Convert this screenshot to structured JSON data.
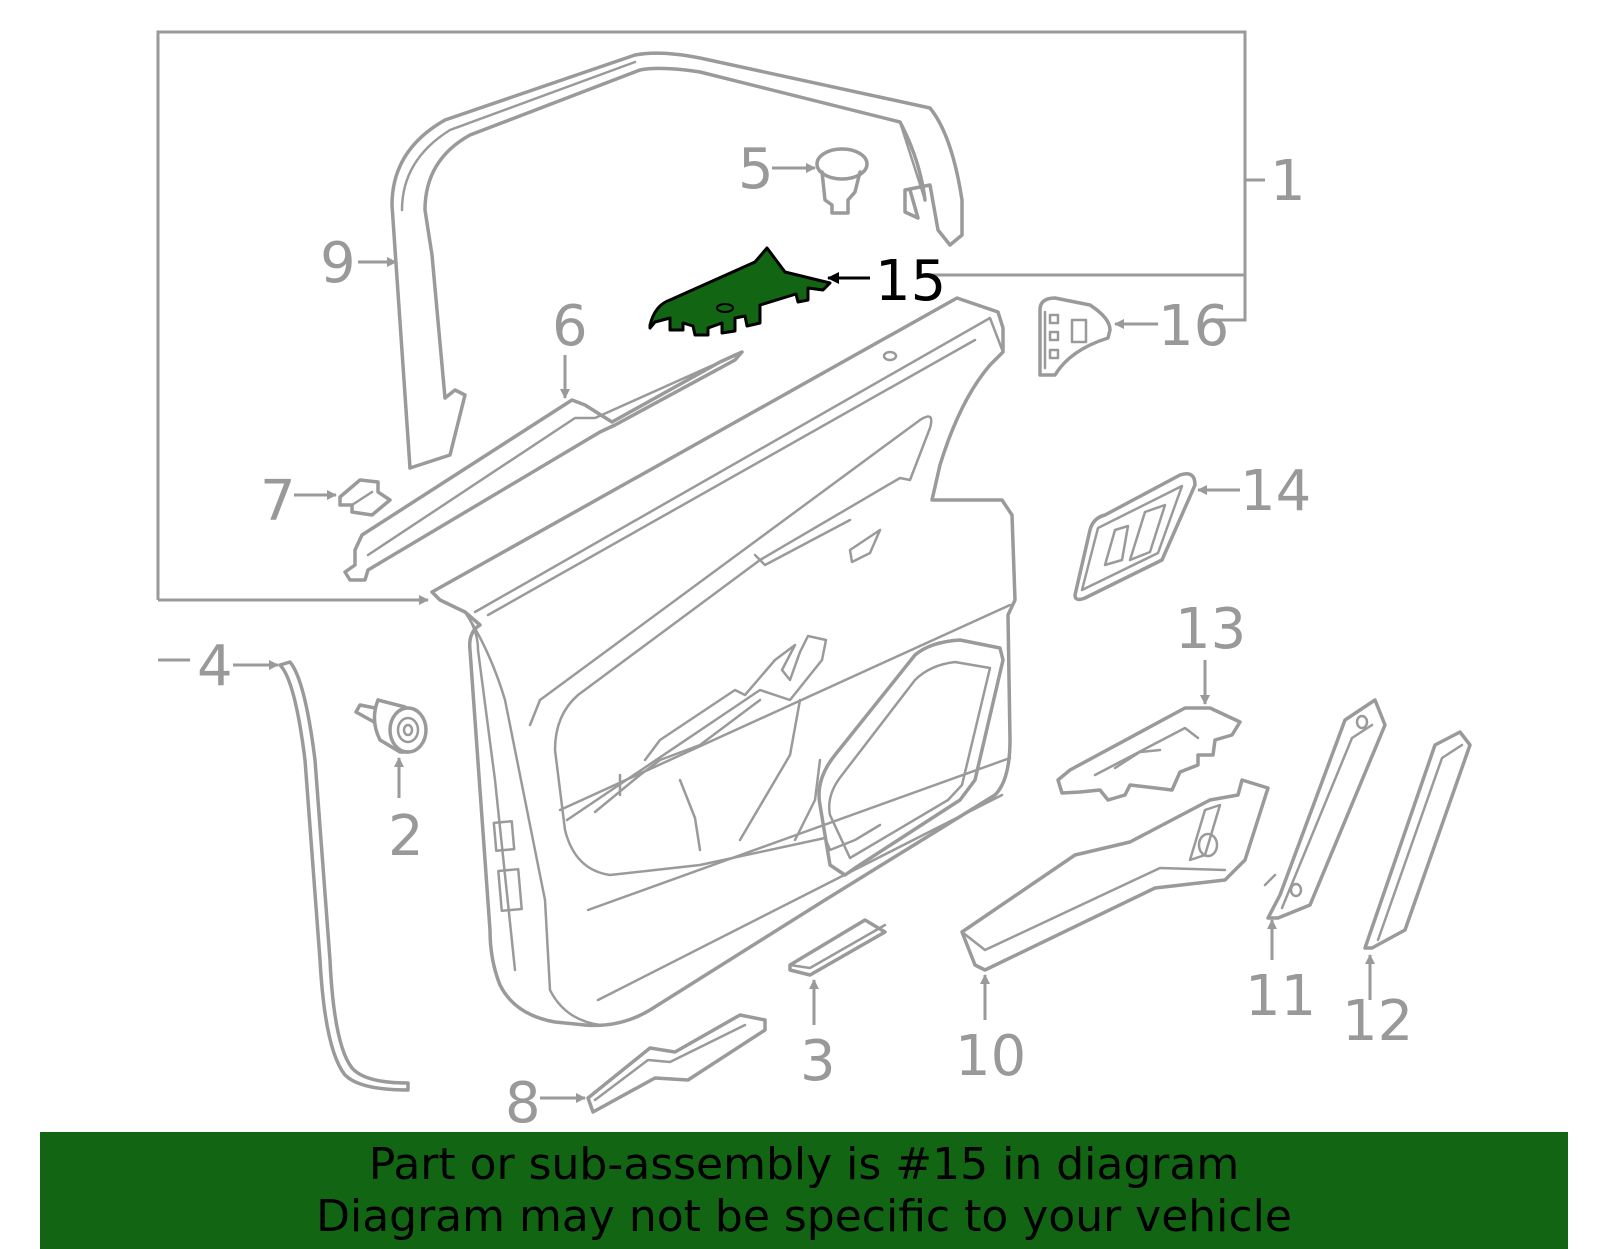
{
  "highlight": {
    "part_number": "15",
    "fill_color": "#126512"
  },
  "callouts": [
    {
      "id": "c1",
      "label": "1"
    },
    {
      "id": "c2",
      "label": "2"
    },
    {
      "id": "c3",
      "label": "3"
    },
    {
      "id": "c4",
      "label": "4"
    },
    {
      "id": "c5",
      "label": "5"
    },
    {
      "id": "c6",
      "label": "6"
    },
    {
      "id": "c7",
      "label": "7"
    },
    {
      "id": "c8",
      "label": "8"
    },
    {
      "id": "c9",
      "label": "9"
    },
    {
      "id": "c10",
      "label": "10"
    },
    {
      "id": "c11",
      "label": "11"
    },
    {
      "id": "c12",
      "label": "12"
    },
    {
      "id": "c13",
      "label": "13"
    },
    {
      "id": "c14",
      "label": "14"
    },
    {
      "id": "c15",
      "label": "15"
    },
    {
      "id": "c16",
      "label": "16"
    }
  ],
  "banner": {
    "line1": "Part or sub-assembly is #15 in diagram",
    "line2": "Diagram may not be specific to your vehicle",
    "background": "#126512"
  }
}
